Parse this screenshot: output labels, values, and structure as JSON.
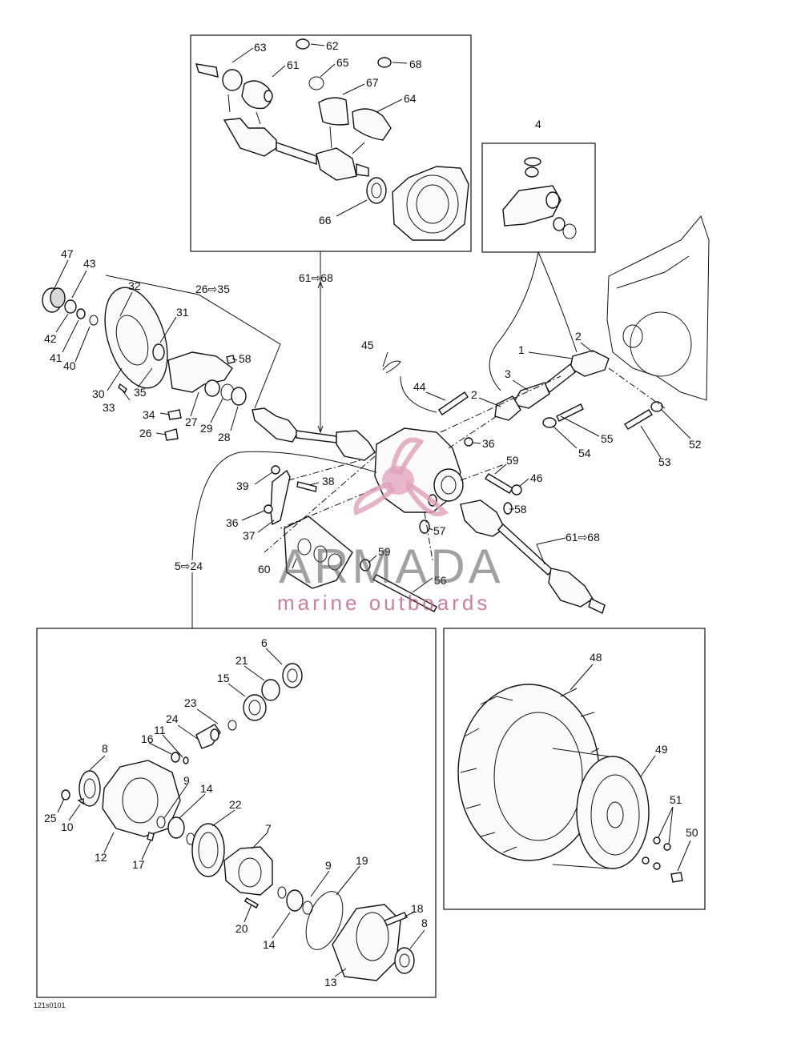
{
  "callouts": {
    "c63": "63",
    "c62": "62",
    "c61": "61",
    "c65": "65",
    "c68": "68",
    "c67": "67",
    "c64": "64",
    "c66": "66",
    "c4": "4",
    "c47": "47",
    "c43": "43",
    "c32": "32",
    "c31": "31",
    "c42": "42",
    "c41": "41",
    "c40": "40",
    "c30": "30",
    "c35": "35",
    "c33": "33",
    "c34": "34",
    "c27": "27",
    "c29": "29",
    "c28": "28",
    "c26": "26",
    "c58a": "58",
    "c58b": "58",
    "c45": "45",
    "c44": "44",
    "c2a": "2",
    "c2b": "2",
    "c1": "1",
    "c3": "3",
    "c36a": "36",
    "c36b": "36",
    "c59a": "59",
    "c59b": "59",
    "c46": "46",
    "c55": "55",
    "c54": "54",
    "c53": "53",
    "c52": "52",
    "c39": "39",
    "c38": "38",
    "c37": "37",
    "c57": "57",
    "c60": "60",
    "c56": "56",
    "c6": "6",
    "c21": "21",
    "c15": "15",
    "c23": "23",
    "c24": "24",
    "c16": "16",
    "c11": "11",
    "c8a": "8",
    "c8b": "8",
    "c9a": "9",
    "c9b": "9",
    "c14a": "14",
    "c14b": "14",
    "c22": "22",
    "c7": "7",
    "c25": "25",
    "c10": "10",
    "c12": "12",
    "c17": "17",
    "c19": "19",
    "c20": "20",
    "c18": "18",
    "c13": "13",
    "c48": "48",
    "c49": "49",
    "c51": "51",
    "c50": "50"
  },
  "ranges": {
    "r26_35": "26⇨35",
    "r61_68_top": "61⇨68",
    "r61_68_right": "61⇨68",
    "r5_24": "5⇨24"
  },
  "figure_code": "121s0101",
  "watermark": {
    "brand": "ARMADA",
    "tagline": "marine outboards",
    "logo_color": "#e0a0b8"
  }
}
